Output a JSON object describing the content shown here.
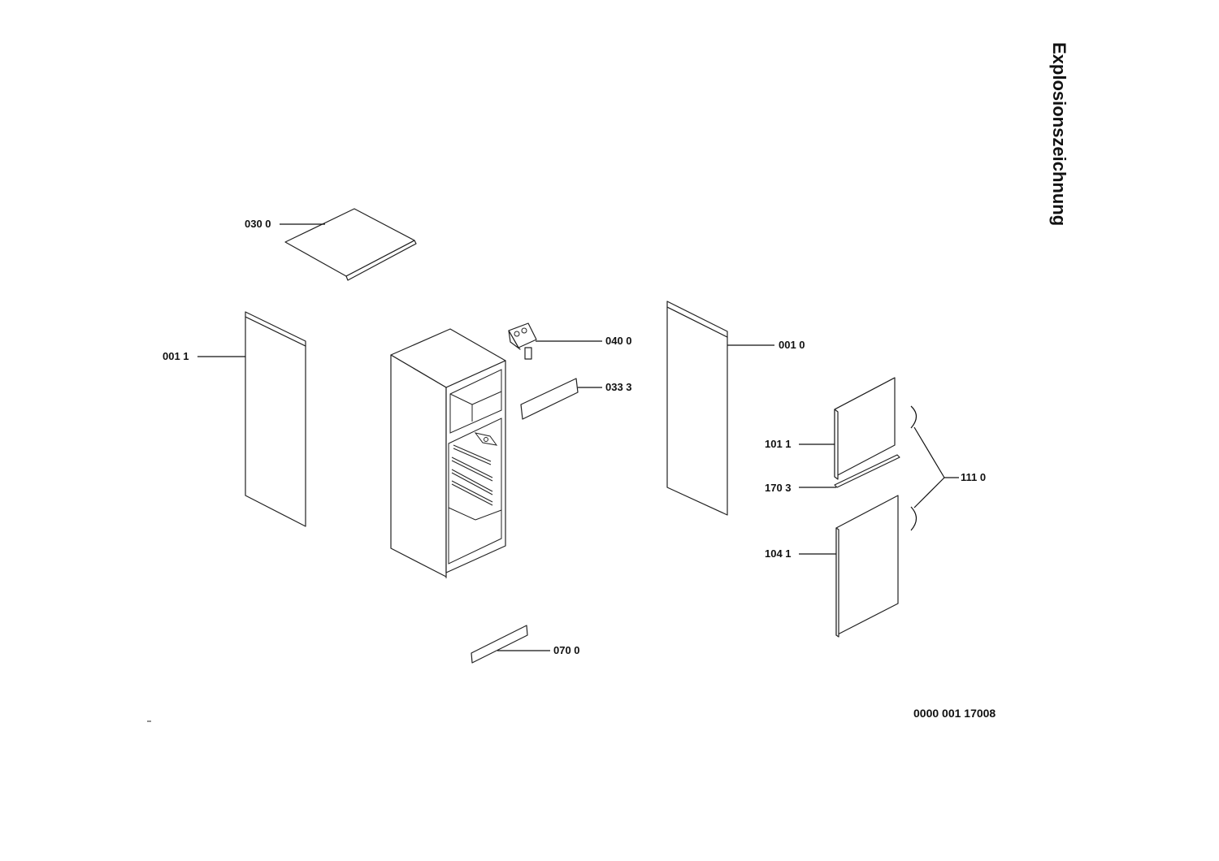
{
  "title": "Explosionszeichnung",
  "document_number": "0000 001 17008",
  "callouts": {
    "p0300": "030 0",
    "p0011": "001 1",
    "p0400": "040 0",
    "p0333": "033 3",
    "p0010": "001 0",
    "p1011": "101 1",
    "p1703": "170 3",
    "p1110": "111 0",
    "p1041": "104 1",
    "p0700": "070 0"
  },
  "colors": {
    "line": "#222222",
    "background": "#ffffff"
  }
}
